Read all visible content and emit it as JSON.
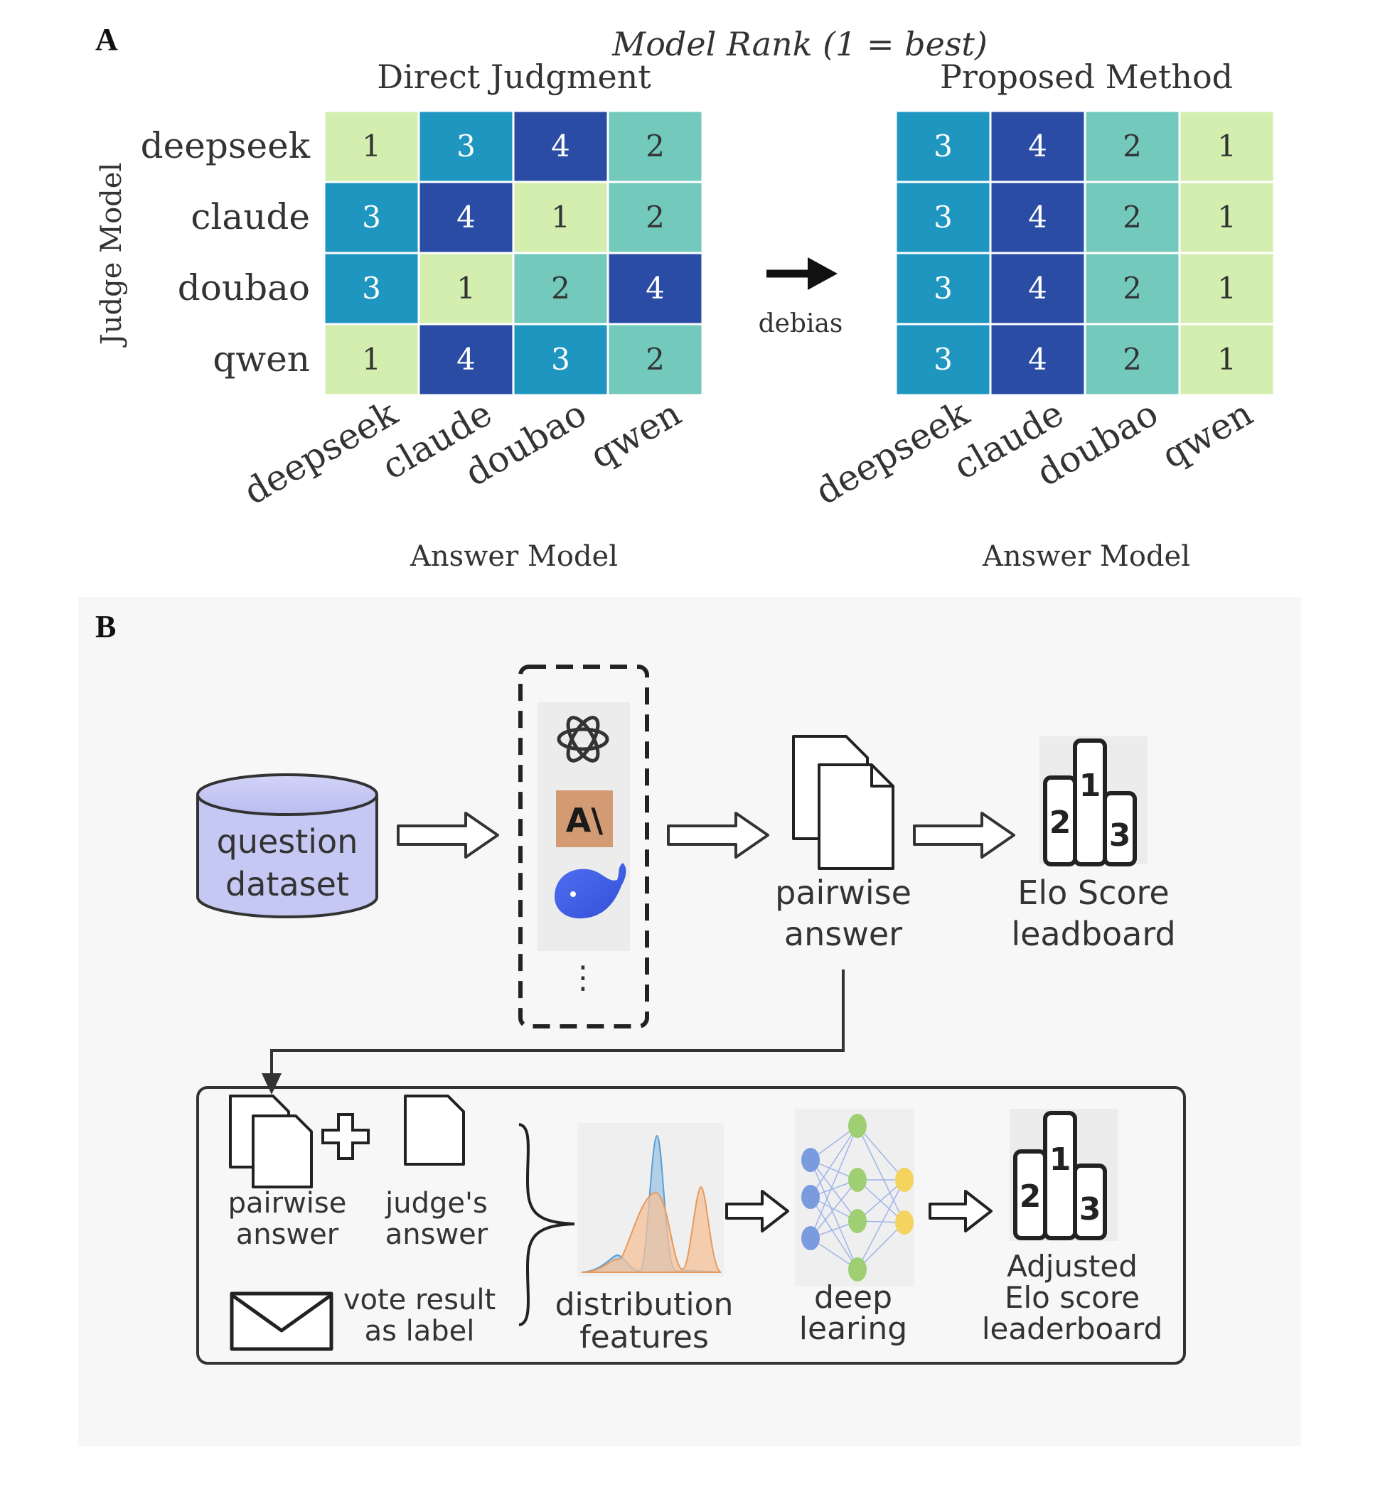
{
  "panel_a": {
    "label": "A",
    "suptitle": "Model Rank (1 = best)",
    "y_label": "Judge Model",
    "arrow_label": "debias",
    "heatmaps": [
      {
        "title": "Direct Judgment",
        "x_label": "Answer Model",
        "rows": [
          "deepseek",
          "claude",
          "doubao",
          "qwen"
        ],
        "cols": [
          "deepseek",
          "claude",
          "doubao",
          "qwen"
        ],
        "values": [
          [
            1,
            3,
            4,
            2
          ],
          [
            3,
            4,
            1,
            2
          ],
          [
            3,
            1,
            2,
            4
          ],
          [
            1,
            4,
            3,
            2
          ]
        ]
      },
      {
        "title": "Proposed Method",
        "x_label": "Answer Model",
        "rows": [
          "deepseek",
          "claude",
          "doubao",
          "qwen"
        ],
        "cols": [
          "deepseek",
          "claude",
          "doubao",
          "qwen"
        ],
        "values": [
          [
            3,
            4,
            2,
            1
          ],
          [
            3,
            4,
            2,
            1
          ],
          [
            3,
            4,
            2,
            1
          ],
          [
            3,
            4,
            2,
            1
          ]
        ]
      }
    ],
    "rank_colors": {
      "1": "#d4eeaf",
      "2": "#73c9bc",
      "3": "#1f96c0",
      "4": "#2a4ca4"
    }
  },
  "panel_b": {
    "label": "B",
    "dataset": {
      "line1": "question",
      "line2": "dataset"
    },
    "models_more": "⋮",
    "anthropic_mark": "A\\",
    "pairwise": {
      "line1": "pairwise",
      "line2": "answer"
    },
    "elo": {
      "line1": "Elo Score",
      "line2": "leadboard"
    },
    "podium": {
      "first": "1",
      "second": "2",
      "third": "3"
    },
    "pairwise_answer": {
      "line1": "pairwise",
      "line2": "answer"
    },
    "judge_answer": {
      "line1": "judge's",
      "line2": "answer"
    },
    "vote": {
      "line1": "vote result",
      "line2": "as label"
    },
    "distribution": {
      "line1": "distribution",
      "line2": "features"
    },
    "deep": {
      "line1": "deep",
      "line2": "learing"
    },
    "adjusted": {
      "line1": "Adjusted",
      "line2": "Elo score",
      "line3": "leaderboard"
    }
  }
}
